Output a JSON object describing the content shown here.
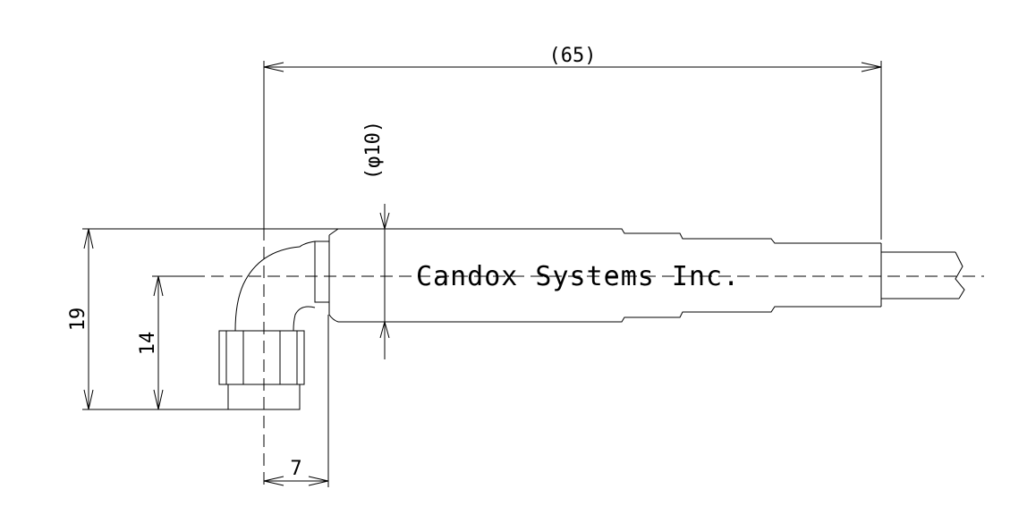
{
  "watermark": "Candox Systems Inc.",
  "dimensions": {
    "overall_length": "(65)",
    "cable_diameter": "(φ10)",
    "height_total": "19",
    "height_axis": "14",
    "offset_width": "7"
  }
}
